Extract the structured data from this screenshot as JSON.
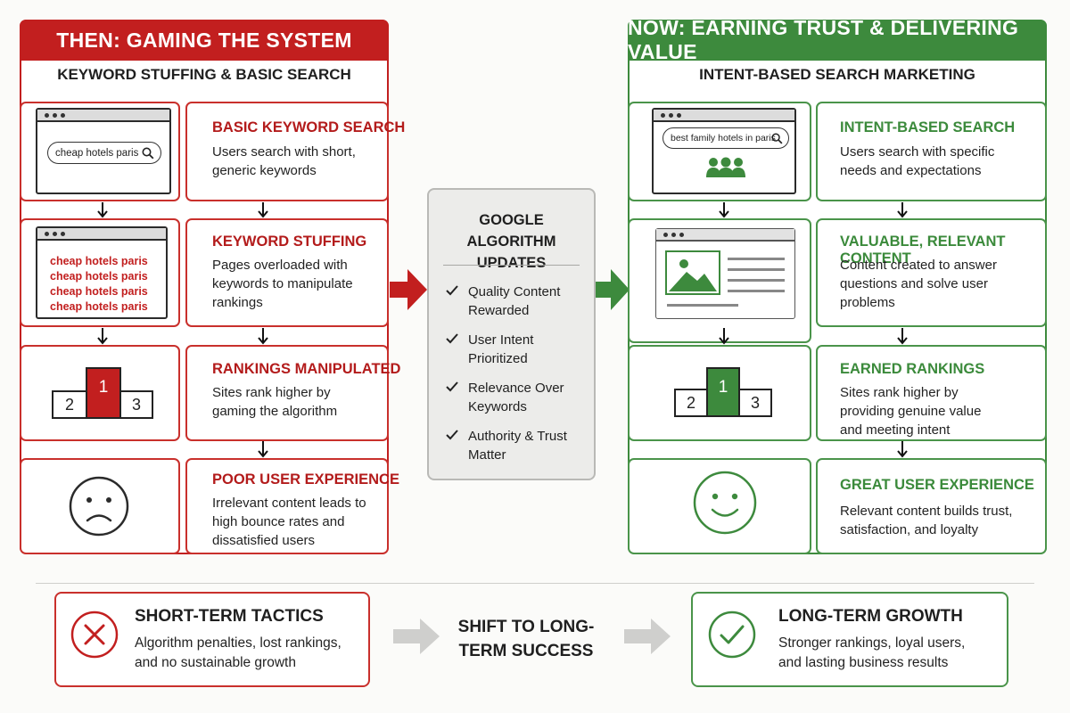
{
  "then": {
    "banner": "THEN: GAMING THE SYSTEM",
    "subtitle": "KEYWORD STUFFING & BASIC SEARCH",
    "search_query": "cheap hotels paris",
    "stuffed_line": "cheap hotels paris",
    "podium": [
      "1",
      "2",
      "3"
    ],
    "steps": [
      {
        "title": "BASIC KEYWORD SEARCH",
        "desc": "Users search with short, generic keywords"
      },
      {
        "title": "KEYWORD STUFFING",
        "desc": "Pages overloaded with keywords to manipulate rankings"
      },
      {
        "title": "RANKINGS MANIPULATED",
        "desc": "Sites rank higher by gaming the algorithm"
      },
      {
        "title": "POOR USER EXPERIENCE",
        "desc": "Irrelevant content leads to high bounce rates and dissatisfied users"
      }
    ]
  },
  "now": {
    "banner": "NOW: EARNING TRUST & DELIVERING VALUE",
    "subtitle": "INTENT-BASED SEARCH MARKETING",
    "search_query": "best family hotels in paris",
    "podium": [
      "1",
      "2",
      "3"
    ],
    "steps": [
      {
        "title": "INTENT-BASED SEARCH",
        "desc": "Users search with specific needs and expectations"
      },
      {
        "title": "VALUABLE, RELEVANT CONTENT",
        "desc": "Content created to answer questions and solve user problems"
      },
      {
        "title": "EARNED RANKINGS",
        "desc": "Sites rank higher by providing genuine value and meeting intent"
      },
      {
        "title": "GREAT USER EXPERIENCE",
        "desc": "Relevant content builds trust, satisfaction, and loyalty"
      }
    ]
  },
  "center": {
    "title": "GOOGLE ALGORITHM UPDATES",
    "items": [
      "Quality Content Rewarded",
      "User Intent Prioritized",
      "Relevance Over Keywords",
      "Authority & Trust Matter"
    ]
  },
  "bottom": {
    "left": {
      "title": "SHORT-TERM TACTICS",
      "desc": "Algorithm penalties, lost rankings, and no sustainable growth"
    },
    "middle": "SHIFT TO LONG-TERM SUCCESS",
    "right": {
      "title": "LONG-TERM GROWTH",
      "desc": "Stronger rankings, loyal users, and lasting business results"
    }
  },
  "colors": {
    "red": "#c21f1f",
    "green": "#3d8a3d",
    "gray": "#b9b9b6"
  },
  "icons": [
    "search-icon",
    "podium-icon",
    "sad-face-icon",
    "users-icon",
    "image-icon",
    "happy-face-icon",
    "x-circle-icon",
    "check-circle-icon",
    "checkmark-icon",
    "arrow-right-icon",
    "arrow-down-icon"
  ]
}
